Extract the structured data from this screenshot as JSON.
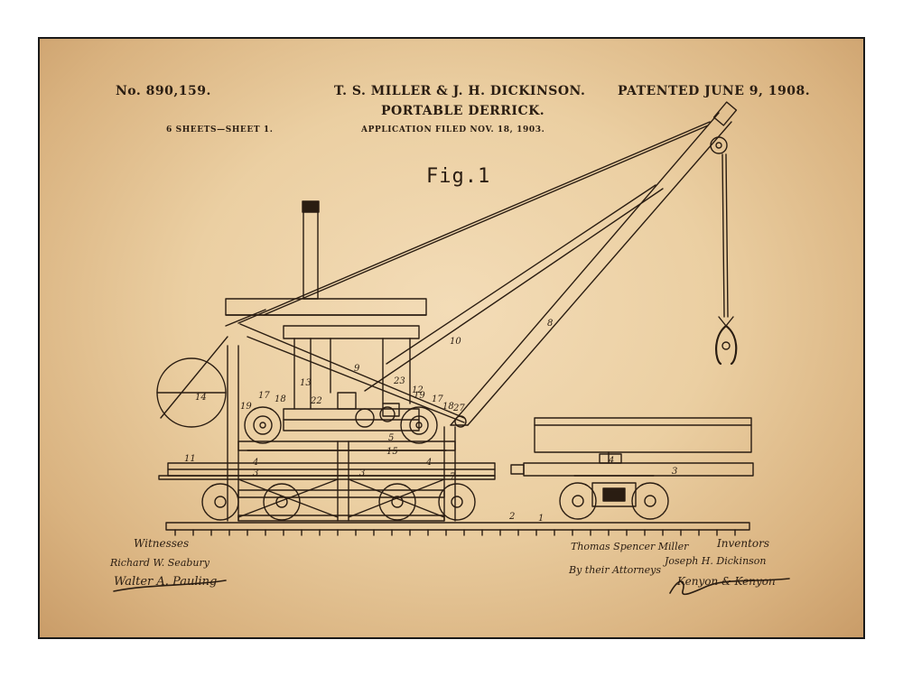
{
  "header": {
    "patent_number": "No. 890,159.",
    "inventors": "T. S. MILLER & J. H. DICKINSON.",
    "patent_date": "PATENTED JUNE 9, 1908.",
    "title": "PORTABLE DERRICK.",
    "sheets": "6 SHEETS—SHEET 1.",
    "application": "APPLICATION FILED NOV. 18, 1903."
  },
  "figure": {
    "label": "Fig.1",
    "ref_numbers": [
      "14",
      "13",
      "9",
      "10",
      "8",
      "22",
      "23",
      "12",
      "19",
      "17",
      "18",
      "19",
      "17",
      "18",
      "27",
      "5",
      "15",
      "11",
      "4",
      "4",
      "3",
      "3",
      "7",
      "4",
      "3",
      "2",
      "1"
    ]
  },
  "footer": {
    "witnesses_label": "Witnesses",
    "witness_1": "Richard W. Seabury",
    "witness_2": "Walter A. Pauling",
    "inventors_label": "Inventors",
    "inventor_1": "Thomas Spencer Miller",
    "inventor_2": "Joseph H. Dickinson",
    "attorneys_label": "By their Attorneys",
    "attorney_signature": "Kenyon & Kenyon"
  },
  "colors": {
    "paper": "#ebcfa2",
    "ink": "#2a1d12",
    "frame": "#1a1a1a"
  }
}
